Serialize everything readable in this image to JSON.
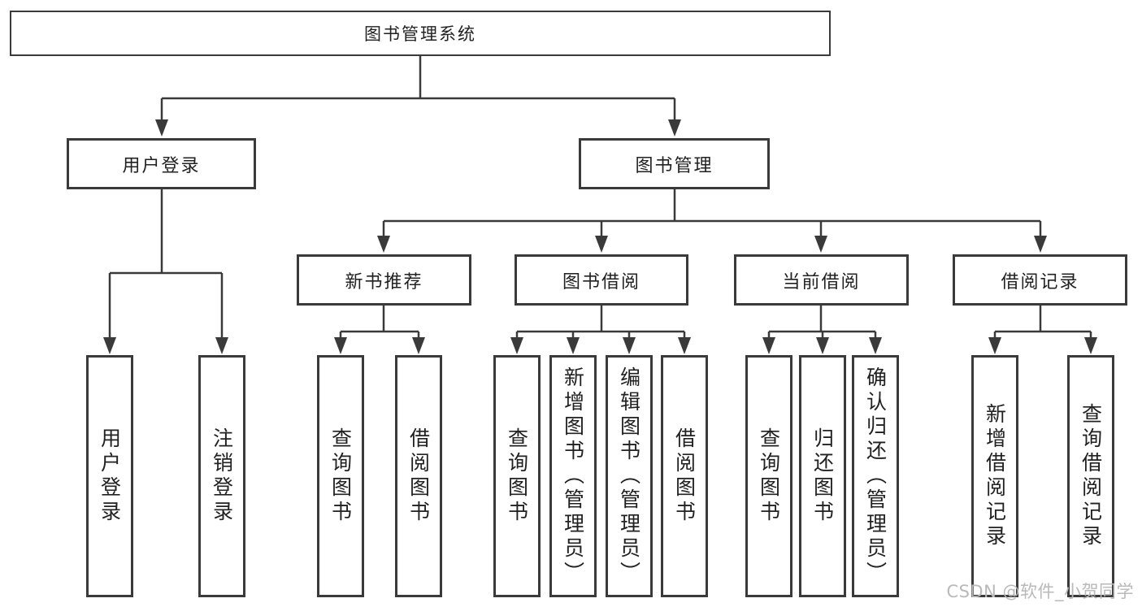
{
  "title": {
    "label": "图书管理系统"
  },
  "level2": {
    "user_login": {
      "label": "用户登录",
      "children": [
        "用户登录",
        "注销登录"
      ]
    },
    "book_management": {
      "label": "图书管理"
    }
  },
  "level3": {
    "new_book_recommend": {
      "label": "新书推荐",
      "children": [
        "查询图书",
        "借阅图书"
      ]
    },
    "book_borrow": {
      "label": "图书借阅",
      "children": [
        "查询图书",
        "新增图书（管理员）",
        "编辑图书（管理员）",
        "借阅图书"
      ]
    },
    "current_borrow": {
      "label": "当前借阅",
      "children": [
        "查询图书",
        "归还图书",
        "确认归还（管理员）"
      ]
    },
    "borrow_records": {
      "label": "借阅记录",
      "children": [
        "新增借阅记录",
        "查询借阅记录"
      ]
    }
  },
  "watermark": {
    "text": "CSDN @软件_小贺同学"
  },
  "colors": {
    "line": "#3a3a3a",
    "text": "#212121",
    "background": "#ffffff",
    "watermark": "#b9b9b9"
  }
}
